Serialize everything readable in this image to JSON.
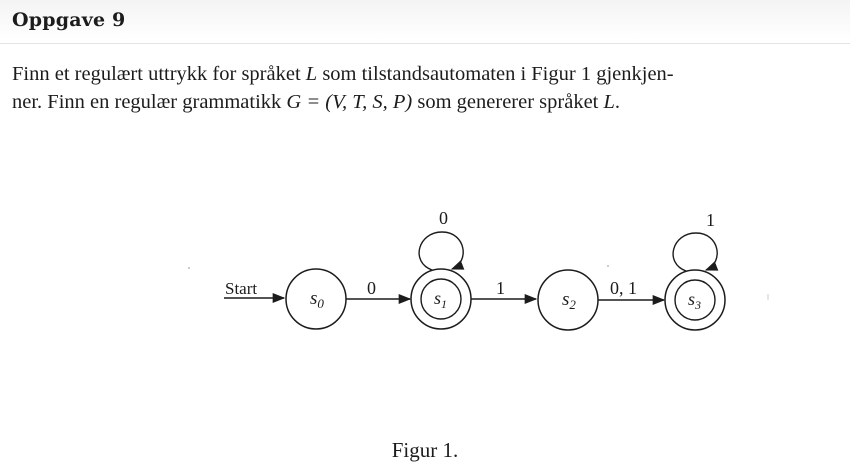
{
  "heading": "Oppgave 9",
  "paragraph": {
    "line1": {
      "pre": "Finn et regulært uttrykk for språket ",
      "lang": "L",
      "post": " som tilstandsautomaten i Figur 1 gjenkjen-"
    },
    "line2": {
      "pre": "ner. Finn en regulær grammatikk ",
      "grammar": "G = (V, T, S, P)",
      "mid": " som genererer språket ",
      "lang": "L",
      "end": "."
    }
  },
  "automaton": {
    "start_label": "Start",
    "states": [
      {
        "name": "s",
        "sub": "0",
        "accepting": false
      },
      {
        "name": "s",
        "sub": "1",
        "accepting": true
      },
      {
        "name": "s",
        "sub": "2",
        "accepting": false
      },
      {
        "name": "s",
        "sub": "3",
        "accepting": true
      }
    ],
    "transitions": [
      {
        "from": "s0",
        "to": "s1",
        "label": "0"
      },
      {
        "from": "s1",
        "to": "s2",
        "label": "1"
      },
      {
        "from": "s2",
        "to": "s3",
        "label": "0, 1"
      }
    ],
    "loops": [
      {
        "state": "s1",
        "label": "0"
      },
      {
        "state": "s3",
        "label": "1"
      }
    ]
  },
  "caption": "Figur 1."
}
